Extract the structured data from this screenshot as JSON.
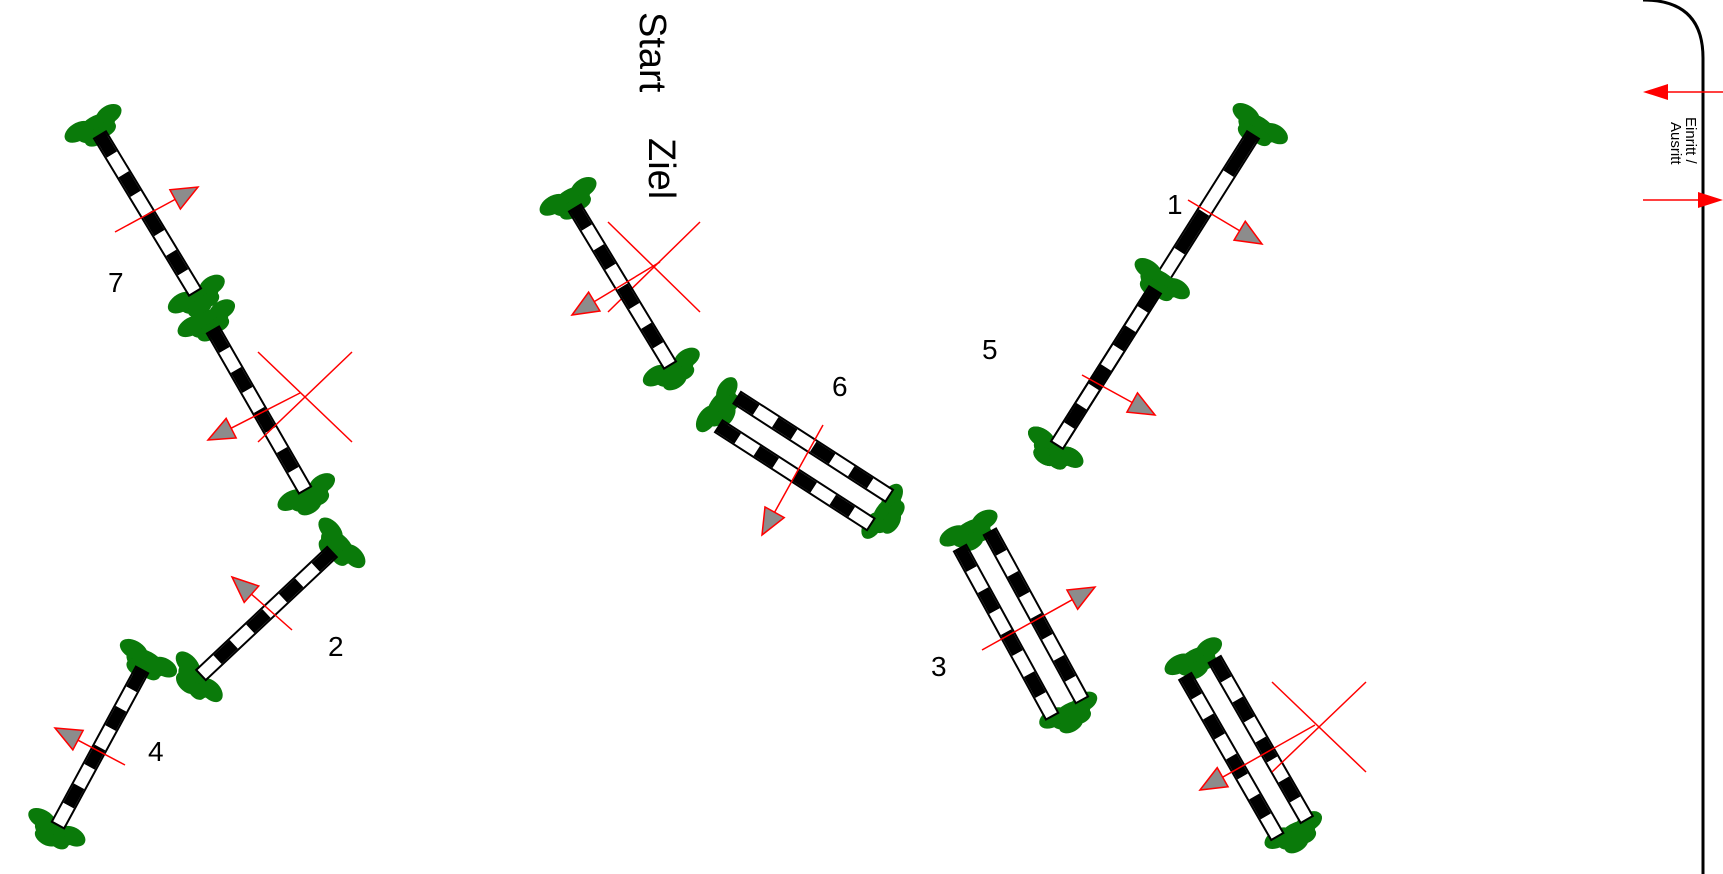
{
  "labels": {
    "start": "Start",
    "ziel": "Ziel",
    "einritt": "Einritt /",
    "ausritt": "Ausritt"
  },
  "obstacles": [
    {
      "number": "1",
      "type": "vertical"
    },
    {
      "number": "2",
      "type": "vertical"
    },
    {
      "number": "3",
      "type": "oxer"
    },
    {
      "number": "4",
      "type": "vertical"
    },
    {
      "number": "5",
      "type": "vertical"
    },
    {
      "number": "6",
      "type": "oxer"
    },
    {
      "number": "7",
      "type": "vertical"
    },
    {
      "number": "",
      "type": "vertical"
    },
    {
      "number": "",
      "type": "vertical"
    },
    {
      "number": "",
      "type": "oxer"
    }
  ],
  "colors": {
    "fence_dark": "#000000",
    "fence_light": "#ffffff",
    "bush": "#0a7a0a",
    "arrow_line": "#ff0000",
    "arrow_fill": "#8c8c8c",
    "arena_border": "#000000"
  }
}
